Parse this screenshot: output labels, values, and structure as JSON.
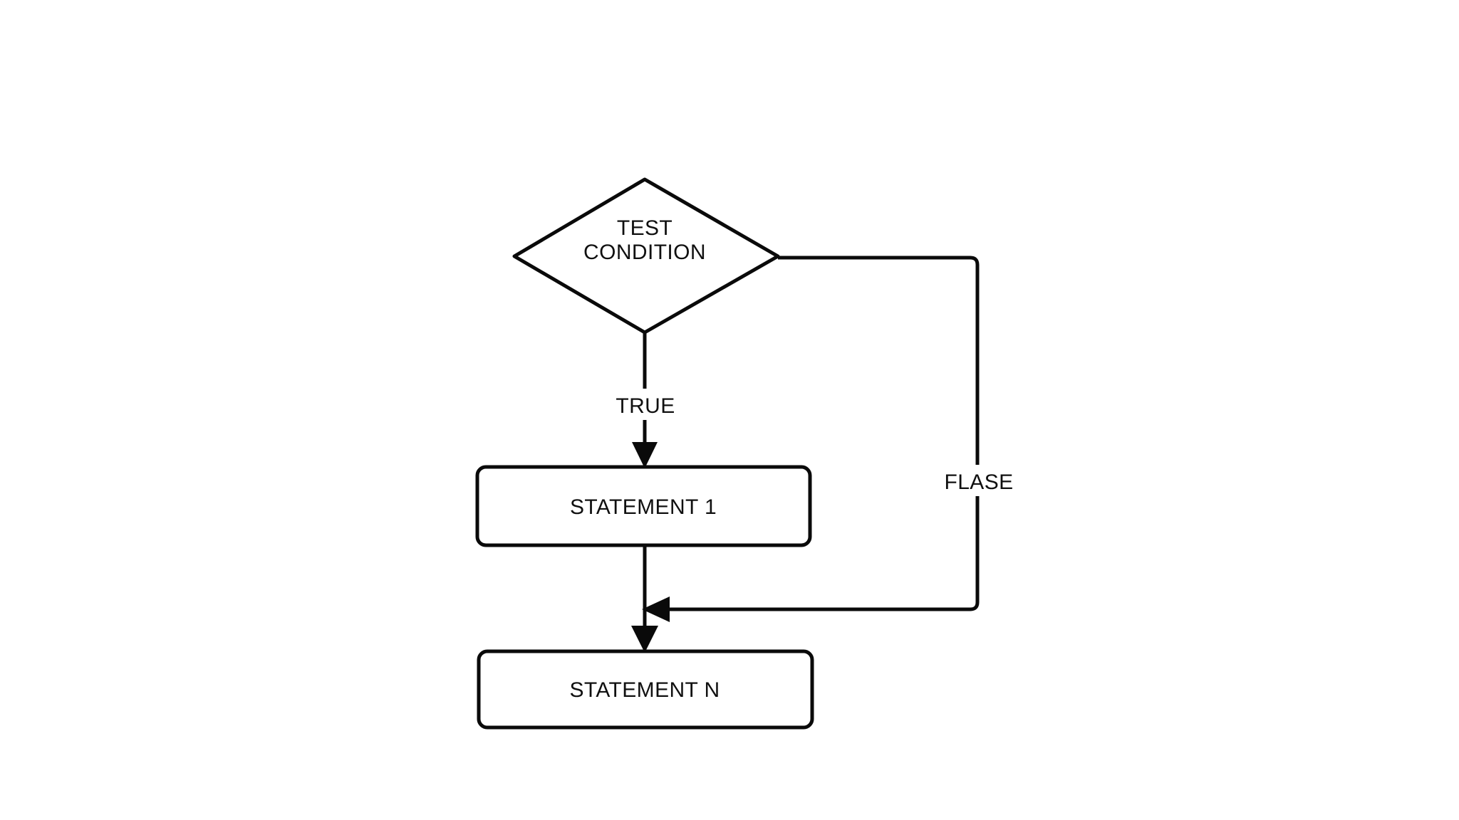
{
  "diagram": {
    "type": "flowchart",
    "title": "IF-ELSE / conditional statement flowchart",
    "background_color": "#ffffff",
    "line_color": "#0a0a0a",
    "text_color": "#101010",
    "nodes": [
      {
        "id": "test-condition",
        "shape": "diamond",
        "role": "decision",
        "label_line1": "TEST",
        "label_line2": "CONDITION"
      },
      {
        "id": "statement-1",
        "shape": "rounded-rectangle",
        "role": "process",
        "label": "STATEMENT 1"
      },
      {
        "id": "statement-n",
        "shape": "rounded-rectangle",
        "role": "process",
        "label": "STATEMENT N"
      }
    ],
    "edges": [
      {
        "id": "true-branch",
        "from": "test-condition",
        "to": "statement-1",
        "label": "TRUE",
        "arrow": "down"
      },
      {
        "id": "false-branch",
        "from": "test-condition",
        "to": "statement-n",
        "label": "FLASE",
        "arrow": "left"
      },
      {
        "id": "sequence-edge",
        "from": "statement-1",
        "to": "statement-n",
        "label": "",
        "arrow": "down"
      }
    ]
  }
}
